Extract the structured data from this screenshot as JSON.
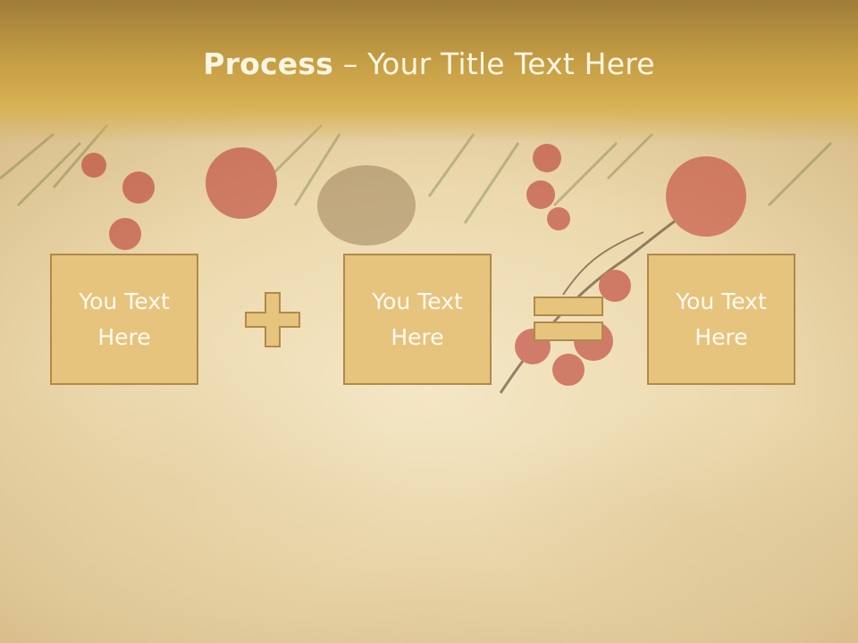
{
  "slide": {
    "title_bold": "Process",
    "title_rest": " – Your Title Text Here"
  },
  "process": {
    "boxes": [
      {
        "label": "You Text\nHere"
      },
      {
        "label": "You Text\nHere"
      },
      {
        "label": "You Text\nHere"
      }
    ],
    "operators": [
      "plus",
      "equals"
    ]
  },
  "colors": {
    "header": "#c9a247",
    "box_fill": "#e6c47e",
    "box_border": "#b08a4a",
    "text": "#fffaf0",
    "background": "#efdfb8"
  },
  "icons": {
    "plus": "plus-icon",
    "equals": "equals-icon"
  }
}
